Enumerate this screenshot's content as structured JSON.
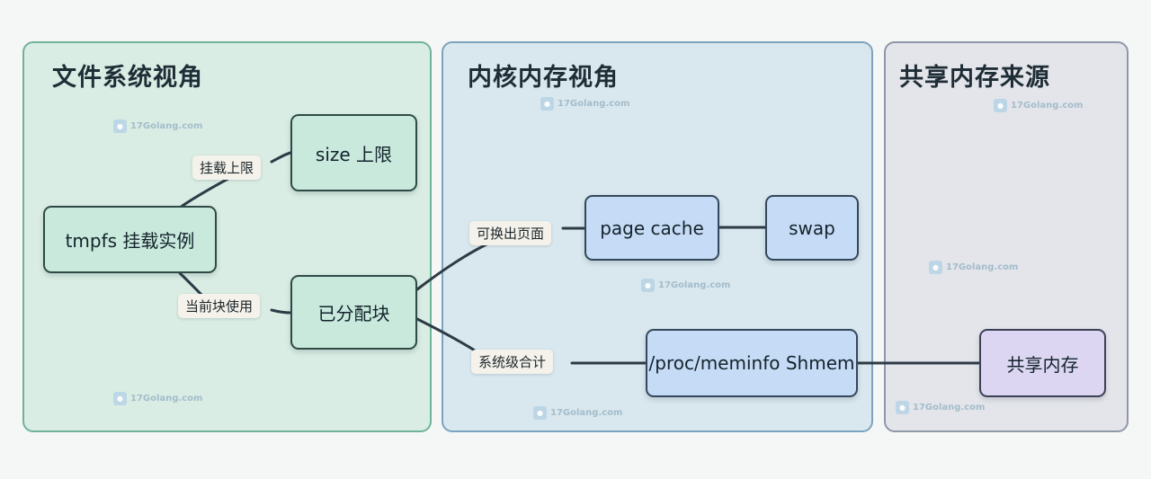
{
  "panels": {
    "filesystem": {
      "title": "文件系统视角"
    },
    "kernel": {
      "title": "内核内存视角"
    },
    "shared": {
      "title": "共享内存来源"
    }
  },
  "nodes": {
    "size_limit": "size 上限",
    "tmpfs_mount": "tmpfs 挂载实例",
    "allocated_blocks": "已分配块",
    "page_cache": "page cache",
    "swap": "swap",
    "proc_shmem": "/proc/meminfo Shmem",
    "shared_memory": "共享内存"
  },
  "edge_labels": {
    "mount_limit": "挂载上限",
    "current_usage": "当前块使用",
    "swappable_pages": "可换出页面",
    "system_total": "系统级合计"
  },
  "watermark": {
    "text": "17Golang.com",
    "icon": "gopher-logo-icon"
  },
  "colors": {
    "fs_panel": "#d9ede4",
    "kernel_panel": "#d9e8ee",
    "shared_panel": "#e3e5ea",
    "green_node": "#c8e9dc",
    "blue_node": "#c6dcf6",
    "purple_node": "#dcd6f3",
    "connector": "#2e3b46"
  }
}
